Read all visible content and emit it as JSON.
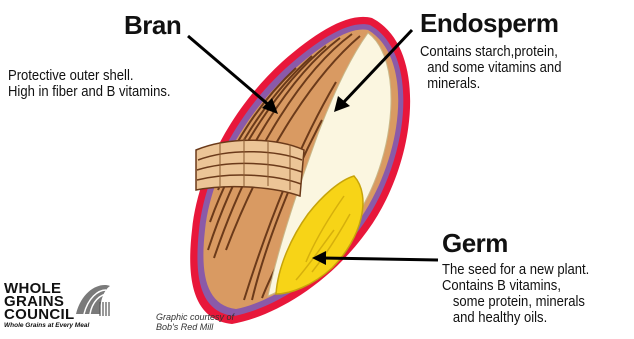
{
  "labels": {
    "bran": {
      "title": "Bran",
      "desc": "Protective outer shell.\nHigh in fiber and B vitamins."
    },
    "endosperm": {
      "title": "Endosperm",
      "desc": "Contains starch,protein,\n  and some vitamins and\n  minerals."
    },
    "germ": {
      "title": "Germ",
      "desc": "The seed for a new plant.\nContains B vitamins,\n   some protein, minerals\n   and healthy oils."
    }
  },
  "logo": {
    "line1": "WHOLE",
    "line2": "GRAINS",
    "line3": "COUNCIL",
    "tagline": "Whole Grains at Every Meal"
  },
  "credit": {
    "line1": "Graphic courtesy of",
    "line2": "Bob's Red Mill"
  },
  "colors": {
    "outer_edge": "#e8173a",
    "purple_edge": "#8a5aa8",
    "bran": "#d99a62",
    "bran_lines": "#6b3a1a",
    "endosperm": "#fbf6e0",
    "germ": "#f7d417",
    "peeled_bran": "#ecc597"
  }
}
